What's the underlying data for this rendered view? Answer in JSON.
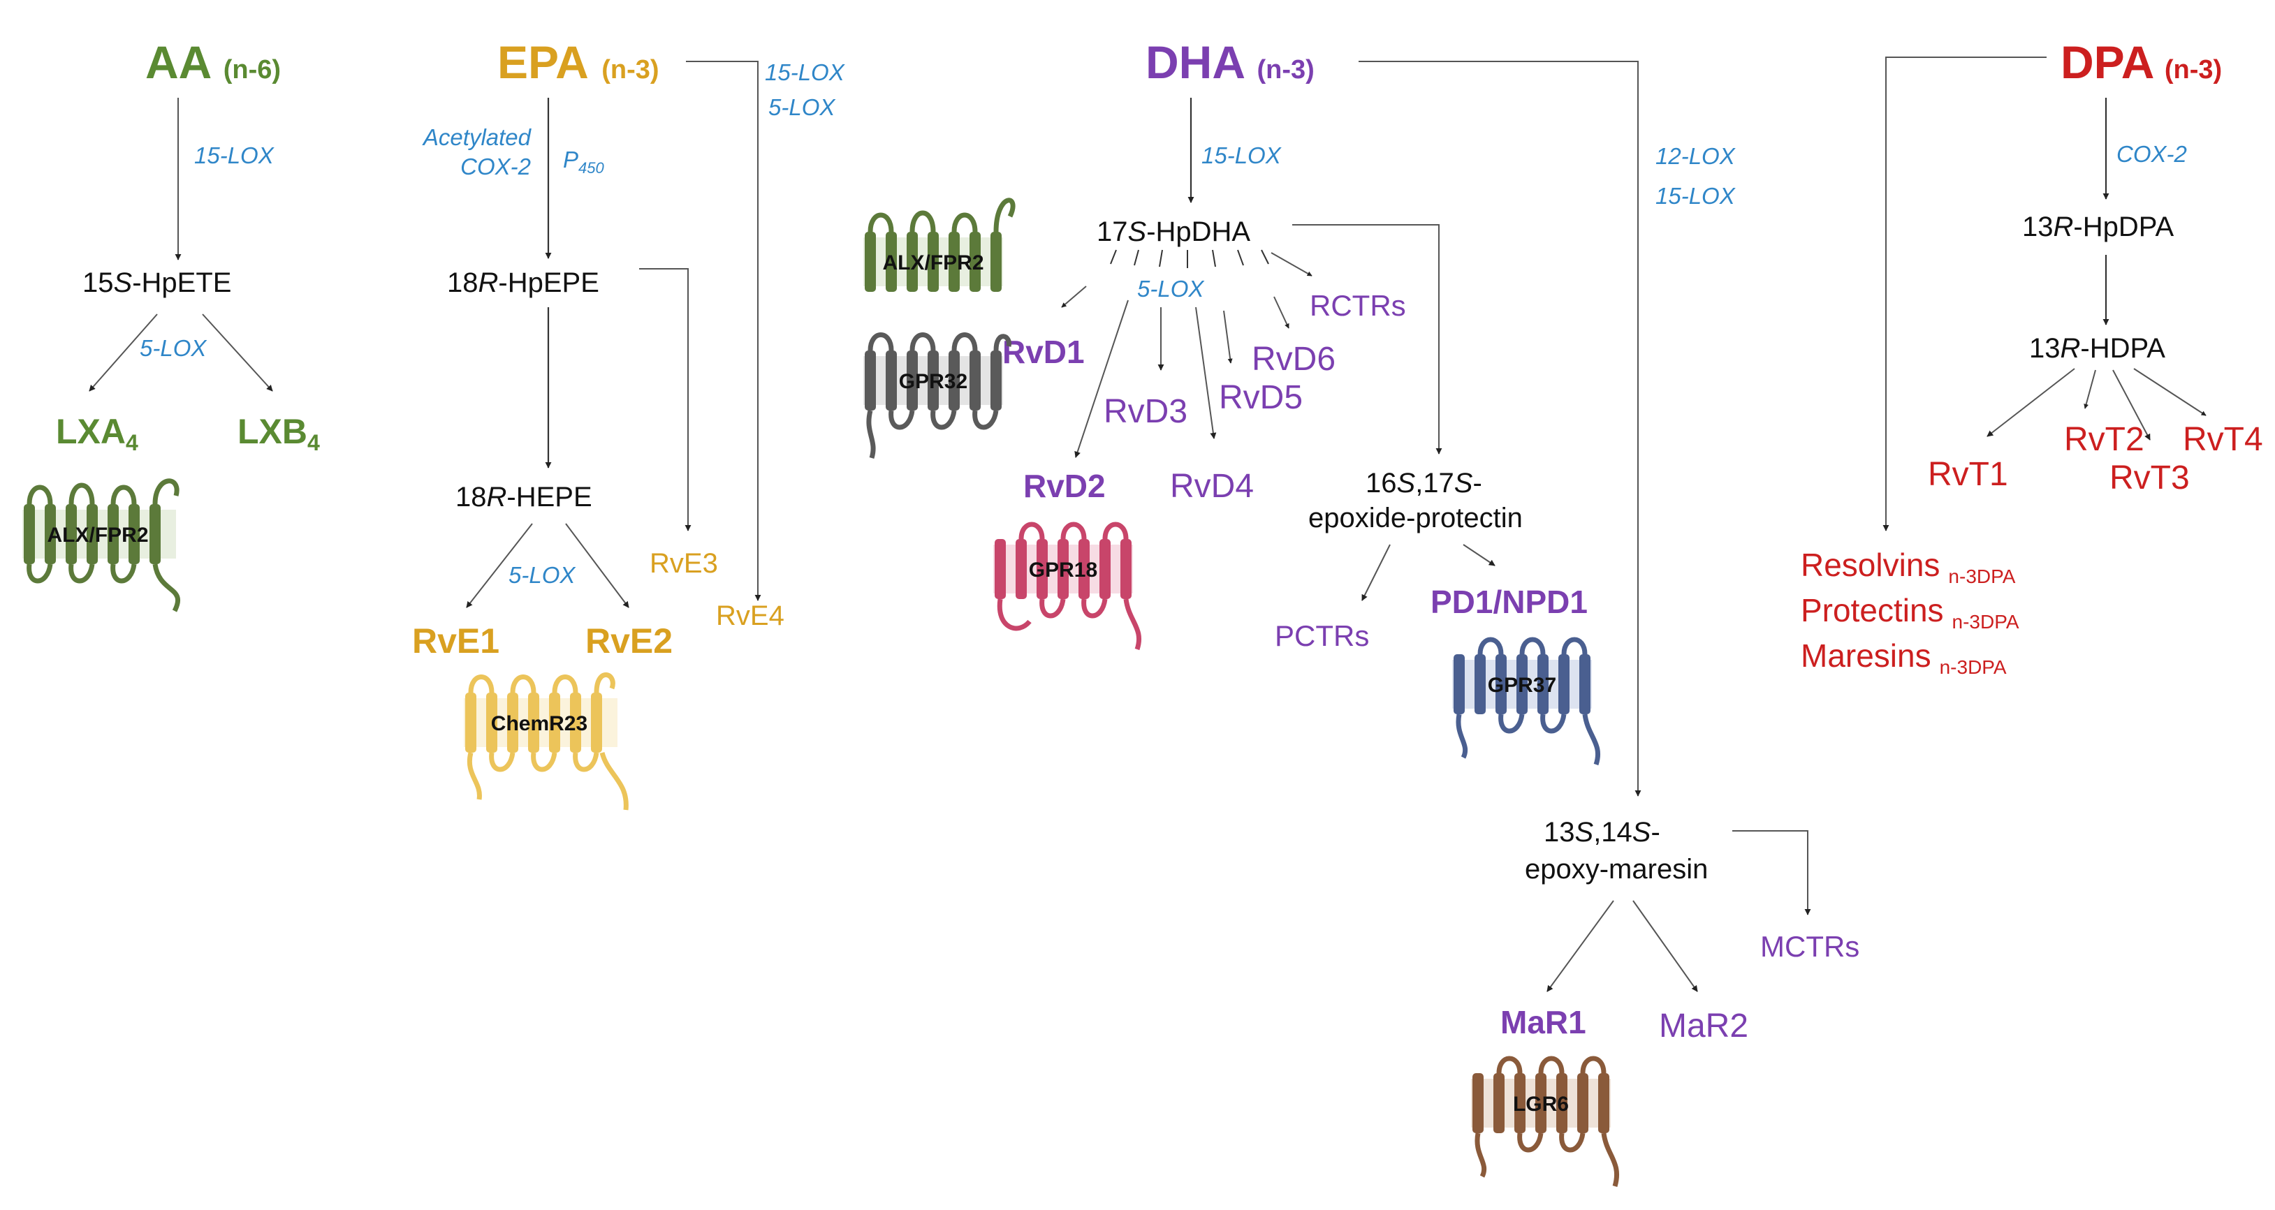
{
  "headers": {
    "aa": {
      "name": "AA",
      "tag": "(n-6)"
    },
    "epa": {
      "name": "EPA",
      "tag": "(n-3)"
    },
    "dha": {
      "name": "DHA",
      "tag": "(n-3)"
    },
    "dpa": {
      "name": "DPA",
      "tag": "(n-3)"
    }
  },
  "enzymes": {
    "aa_15lox": "15-LOX",
    "aa_5lox": "5-LOX",
    "epa_acetylated": "Acetylated",
    "epa_cox2": "COX-2",
    "epa_p": "P",
    "epa_p_sub": "450",
    "epa_15lox": "15-LOX",
    "epa_5lox_side": "5-LOX",
    "epa_5lox": "5-LOX",
    "dha_15lox": "15-LOX",
    "dha_5lox": "5-LOX",
    "dha_12lox": "12-LOX",
    "dha_15lox_b": "15-LOX",
    "dpa_cox2": "COX-2"
  },
  "intermediates": {
    "hpete_prefix": "15",
    "hpete_s": "S",
    "hpete_suffix": "-HpETE",
    "hpepe_prefix": "18",
    "hpepe_r": "R",
    "hpepe_suffix": "-HpEPE",
    "hepe_prefix": "18",
    "hepe_r": "R",
    "hepe_suffix": "-HEPE",
    "hpdha_prefix": "17",
    "hpdha_s": "S",
    "hpdha_suffix": "-HpDHA",
    "prot_a": "16",
    "prot_b": "S",
    "prot_c": ",17",
    "prot_d": "S",
    "prot_e": "-",
    "prot_line2": "epoxide-protectin",
    "mar_a": "13",
    "mar_b": "S",
    "mar_c": ",14",
    "mar_d": "S",
    "mar_e": "-",
    "mar_line2": "epoxy-maresin",
    "hpdpa_prefix": "13",
    "hpdpa_r": "R",
    "hpdpa_suffix": "-HpDPA",
    "hdpa_prefix": "13",
    "hdpa_r": "R",
    "hdpa_suffix": "-HDPA"
  },
  "mediators": {
    "lxa": "LXA",
    "lxa_sub": "4",
    "lxb": "LXB",
    "lxb_sub": "4",
    "rve1": "RvE1",
    "rve2": "RvE2",
    "rve3": "RvE3",
    "rve4": "RvE4",
    "rvd1": "RvD1",
    "rvd2": "RvD2",
    "rvd3": "RvD3",
    "rvd4": "RvD4",
    "rvd5": "RvD5",
    "rvd6": "RvD6",
    "rctrs": "RCTRs",
    "pctrs": "PCTRs",
    "pd1": "PD1/NPD1",
    "mctrs": "MCTRs",
    "mar1": "MaR1",
    "mar2": "MaR2",
    "rvt1": "RvT1",
    "rvt2": "RvT2",
    "rvt3": "RvT3",
    "rvt4": "RvT4",
    "resolvins": "Resolvins",
    "protectins": "Protectins",
    "maresins": "Maresins",
    "n3dpa": "n-3DPA"
  },
  "receptors": {
    "alx_aa": "ALX/FPR2",
    "chemr23": "ChemR23",
    "alx_dha": "ALX/FPR2",
    "gpr32": "GPR32",
    "gpr18": "GPR18",
    "gpr37": "GPR37",
    "lgr6": "LGR6"
  },
  "colors": {
    "aa_green": "#5a8a32",
    "epa_gold": "#d9a020",
    "dha_purple": "#7b3fb0",
    "dpa_red": "#cc1f1f",
    "enzyme_blue": "#2f86c8",
    "alx_green": "#5c7a3a",
    "chemr23_yellow": "#ecc45a",
    "gpr32_grey": "#5a5a5a",
    "gpr18_pink": "#c8456a",
    "gpr37_blue": "#4a5f90",
    "lgr6_brown": "#8a5a3a"
  }
}
